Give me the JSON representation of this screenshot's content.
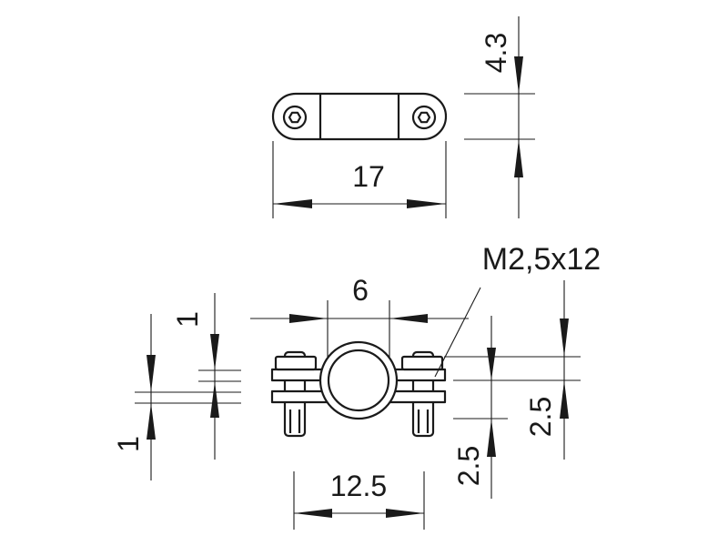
{
  "drawing": {
    "dimensions": {
      "top_width": "17",
      "top_height": "4.3",
      "bolt_spec": "M2,5x12",
      "hole_spacing": "6",
      "base_width": "12.5",
      "left_thickness_top": "1",
      "left_thickness_bottom": "1",
      "right_height_lower": "2.5",
      "right_height_upper": "2.5"
    },
    "colors": {
      "line": "#1a1a1a",
      "background": "#ffffff"
    }
  }
}
